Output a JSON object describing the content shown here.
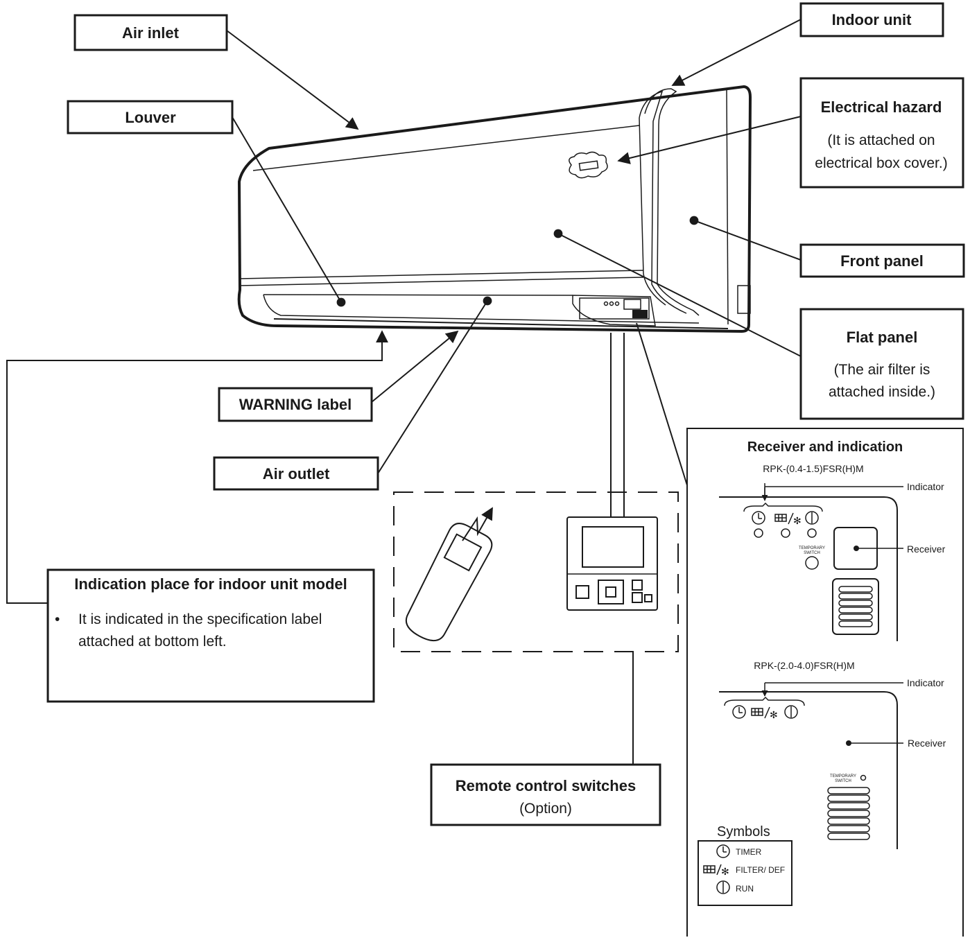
{
  "labels": {
    "air_inlet": "Air inlet",
    "indoor_unit": "Indoor unit",
    "louver": "Louver",
    "electrical_hazard_title": "Electrical hazard",
    "electrical_hazard_line1": "(It is attached on",
    "electrical_hazard_line2": "electrical box cover.)",
    "front_panel": "Front panel",
    "flat_panel_title": "Flat panel",
    "flat_panel_line1": "(The air filter is",
    "flat_panel_line2": "attached inside.)",
    "warning_label": "WARNING label",
    "air_outlet": "Air outlet",
    "indication_title": "Indication place for indoor unit model",
    "indication_bullet": "•",
    "indication_line1": "It is indicated in the specification label",
    "indication_line2": "attached at bottom left.",
    "remote_title": "Remote control switches",
    "remote_sub": "(Option)"
  },
  "receiver_panel": {
    "title": "Receiver and indication",
    "model_a": "RPK-(0.4-1.5)FSR(H)M",
    "model_b": "RPK-(2.0-4.0)FSR(H)M",
    "indicator_label": "Indicator",
    "receiver_label": "Receiver",
    "temporary_switch_line1": "TEMPORARY",
    "temporary_switch_line2": "SWITCH",
    "symbols_title": "Symbols",
    "symbols": [
      {
        "icon": "timer-icon",
        "text": "TIMER"
      },
      {
        "icon": "filter-def-icon",
        "text": "FILTER/ DEF"
      },
      {
        "icon": "run-icon",
        "text": "RUN"
      }
    ]
  },
  "colors": {
    "line": "#1a1a1a",
    "background": "#ffffff"
  }
}
